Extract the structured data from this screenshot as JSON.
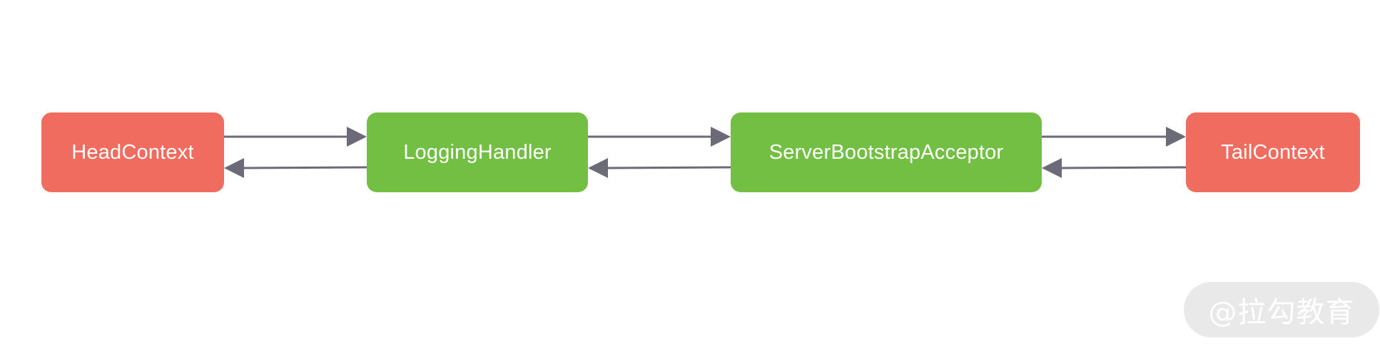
{
  "colors": {
    "red_node": "#ef6c5f",
    "green_node": "#72bf44",
    "arrow": "#6b6b78"
  },
  "nodes": [
    {
      "id": "head",
      "label": "HeadContext",
      "kind": "red"
    },
    {
      "id": "logging",
      "label": "LoggingHandler",
      "kind": "green"
    },
    {
      "id": "acceptor",
      "label": "ServerBootstrapAcceptor",
      "kind": "green"
    },
    {
      "id": "tail",
      "label": "TailContext",
      "kind": "red"
    }
  ],
  "edges": [
    {
      "from": "head",
      "to": "logging",
      "direction": "forward"
    },
    {
      "from": "logging",
      "to": "head",
      "direction": "backward"
    },
    {
      "from": "logging",
      "to": "acceptor",
      "direction": "forward"
    },
    {
      "from": "acceptor",
      "to": "logging",
      "direction": "backward"
    },
    {
      "from": "acceptor",
      "to": "tail",
      "direction": "forward"
    },
    {
      "from": "tail",
      "to": "acceptor",
      "direction": "backward"
    }
  ],
  "watermark": {
    "text": "@拉勾教育"
  }
}
